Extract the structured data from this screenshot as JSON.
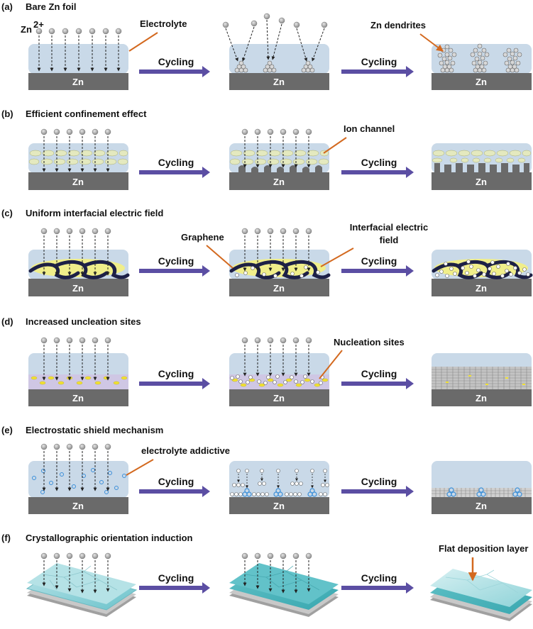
{
  "panels": [
    {
      "letter": "(a)",
      "title": "Bare Zn foil"
    },
    {
      "letter": "(b)",
      "title": "Efficient confinement effect"
    },
    {
      "letter": "(c)",
      "title": "Uniform interfacial electric field"
    },
    {
      "letter": "(d)",
      "title": "Increased uncleation sites"
    },
    {
      "letter": "(e)",
      "title": "Electrostatic shield mechanism"
    },
    {
      "letter": "(f)",
      "title": "Crystallographic orientation induction"
    }
  ],
  "labels": {
    "ion": "Zn",
    "ion_charge": "2+",
    "electrolyte": "Electrolyte",
    "dendrites": "Zn dendrites",
    "ion_channel": "Ion channel",
    "graphene": "Graphene",
    "field_line1": "Interfacial electric",
    "field_line2": "field",
    "nucleation": "Nucleation sites",
    "additive": "electrolyte addictive",
    "flat_layer": "Flat deposition layer",
    "cycling": "Cycling",
    "zn": "Zn"
  },
  "colors": {
    "electrolyte": "#c9d9e8",
    "zn_base": "#6a6a6a",
    "arrow_cycling": "#5b4ea3",
    "pointer": "#d3691f",
    "graphene": "#1d2046",
    "field": "#f0ee8a",
    "ion_channel_blobs": "#e4e9bf",
    "nucleation": "#f2e233",
    "nucleation_layer": "#cfc7e4",
    "additive": "#3c8fd8",
    "crystal": "#7fd0d6"
  }
}
